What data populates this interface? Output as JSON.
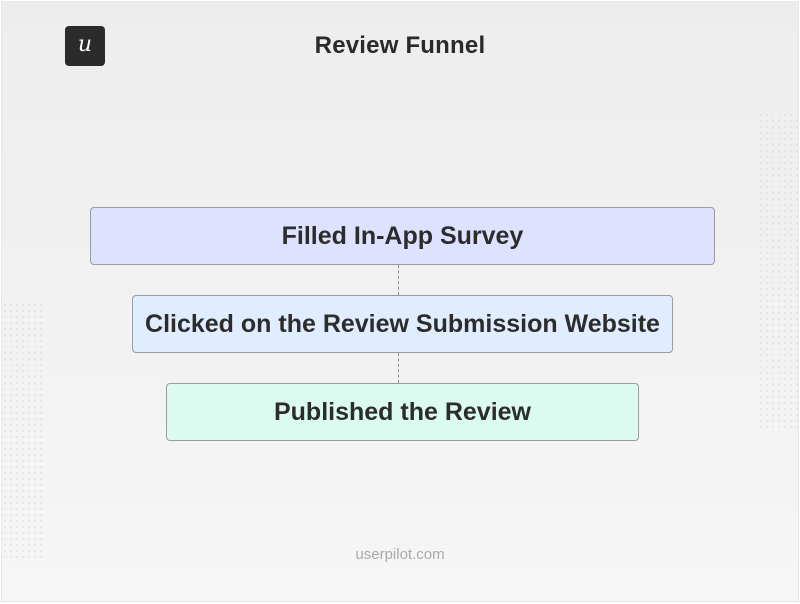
{
  "brand": {
    "logo_letter": "u"
  },
  "title": "Review Funnel",
  "funnel": {
    "stages": [
      {
        "label": "Filled In-App Survey",
        "color": "#dfe2ff"
      },
      {
        "label": "Clicked on the Review Submission Website",
        "color": "#dfedff"
      },
      {
        "label": "Published the Review",
        "color": "#dcfbf0"
      }
    ]
  },
  "footer": "userpilot.com"
}
